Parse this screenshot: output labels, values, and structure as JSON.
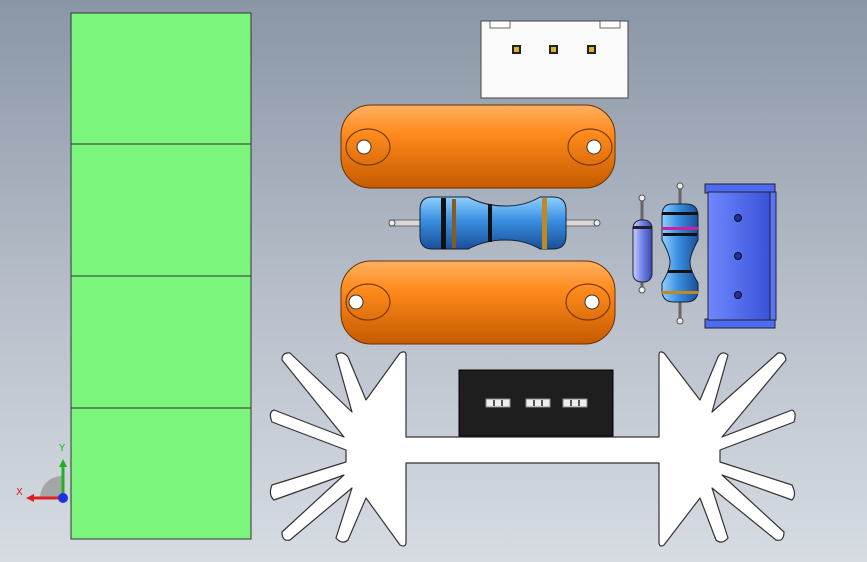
{
  "viewport": {
    "background_top": "#8a96a6",
    "background_bottom": "#d7dce3"
  },
  "parts": {
    "green_block": {
      "color": "#7cf57c",
      "segments": 4
    },
    "connector_white": {
      "color": "#ffffff",
      "pins": 3
    },
    "capacitor": {
      "color": "#ff8a1c",
      "count": 2
    },
    "resistor_horizontal": {
      "color": "#3a8fe0"
    },
    "resistor_vertical": {
      "color": "#3a8fe0"
    },
    "diode": {
      "color": "#6f82e6"
    },
    "blue_bracket": {
      "color": "#4d6bf0",
      "holes": 3
    },
    "black_connector": {
      "color": "#1e1e1e",
      "pins": 3
    },
    "heatsink": {
      "color": "#ffffff"
    }
  },
  "triad": {
    "x_label": "X",
    "y_label": "Y",
    "x_color": "#e02020",
    "y_color": "#20b020",
    "z_color": "#2030e0"
  }
}
